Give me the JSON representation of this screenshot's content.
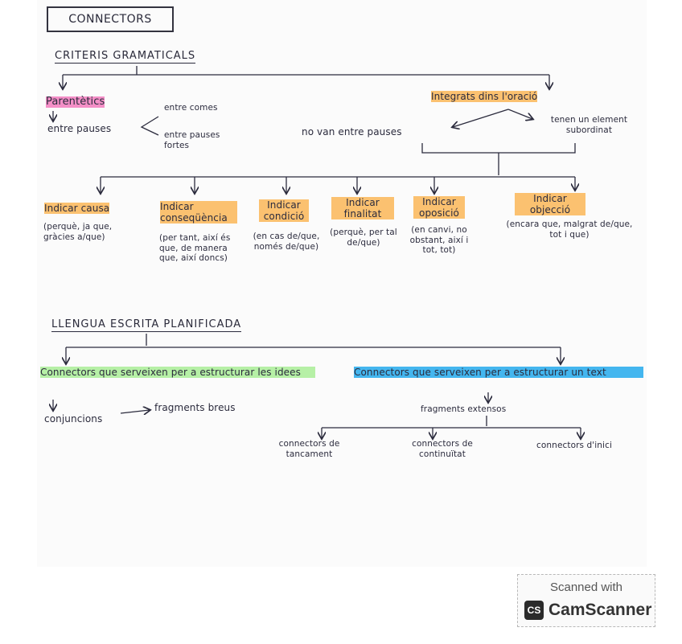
{
  "title": "CONNECTORS",
  "section1": {
    "heading": "CRITERIS GRAMATICALS",
    "left_node": "Parentètics",
    "left_child": "entre pauses",
    "left_grandchildren": [
      "entre comes",
      "entre pauses fortes"
    ],
    "right_node": "Integrats dins l'oració",
    "right_children": [
      "no van entre pauses",
      "tenen un element subordinat"
    ],
    "categories": [
      {
        "label": "Indicar causa",
        "examples": "(perquè, ja que, gràcies a/que)"
      },
      {
        "label": "Indicar conseqüència",
        "examples": "(per tant, així és que, de manera que, així doncs)"
      },
      {
        "label": "Indicar condició",
        "examples": "(en cas de/que, només de/que)"
      },
      {
        "label": "Indicar finalitat",
        "examples": "(perquè, per tal de/que)"
      },
      {
        "label": "Indicar oposició",
        "examples": "(en canvi, no obstant, així i tot, tot)"
      },
      {
        "label": "Indicar objecció",
        "examples": "(encara que, malgrat de/que, tot i que)"
      }
    ]
  },
  "section2": {
    "heading": "LLENGUA ESCRITA PLANIFICADA",
    "left_node": "Connectors que serveixen per a estructurar les idees",
    "left_children": [
      "conjuncions",
      "fragments breus"
    ],
    "right_node": "Connectors que serveixen per a estructurar un text",
    "right_child": "fragments extensos",
    "right_grandchildren": [
      "connectors de tancament",
      "connectors de continuïtat",
      "connectors d'inici"
    ]
  },
  "stamp": {
    "top_text": "Scanned with",
    "logo_text": "CS",
    "name": "CamScanner"
  },
  "colors": {
    "pink": "#f48fc7",
    "orange": "#fbc170",
    "green": "#b6f0a6",
    "blue": "#44b6ef",
    "ink": "#2b2b3d"
  }
}
